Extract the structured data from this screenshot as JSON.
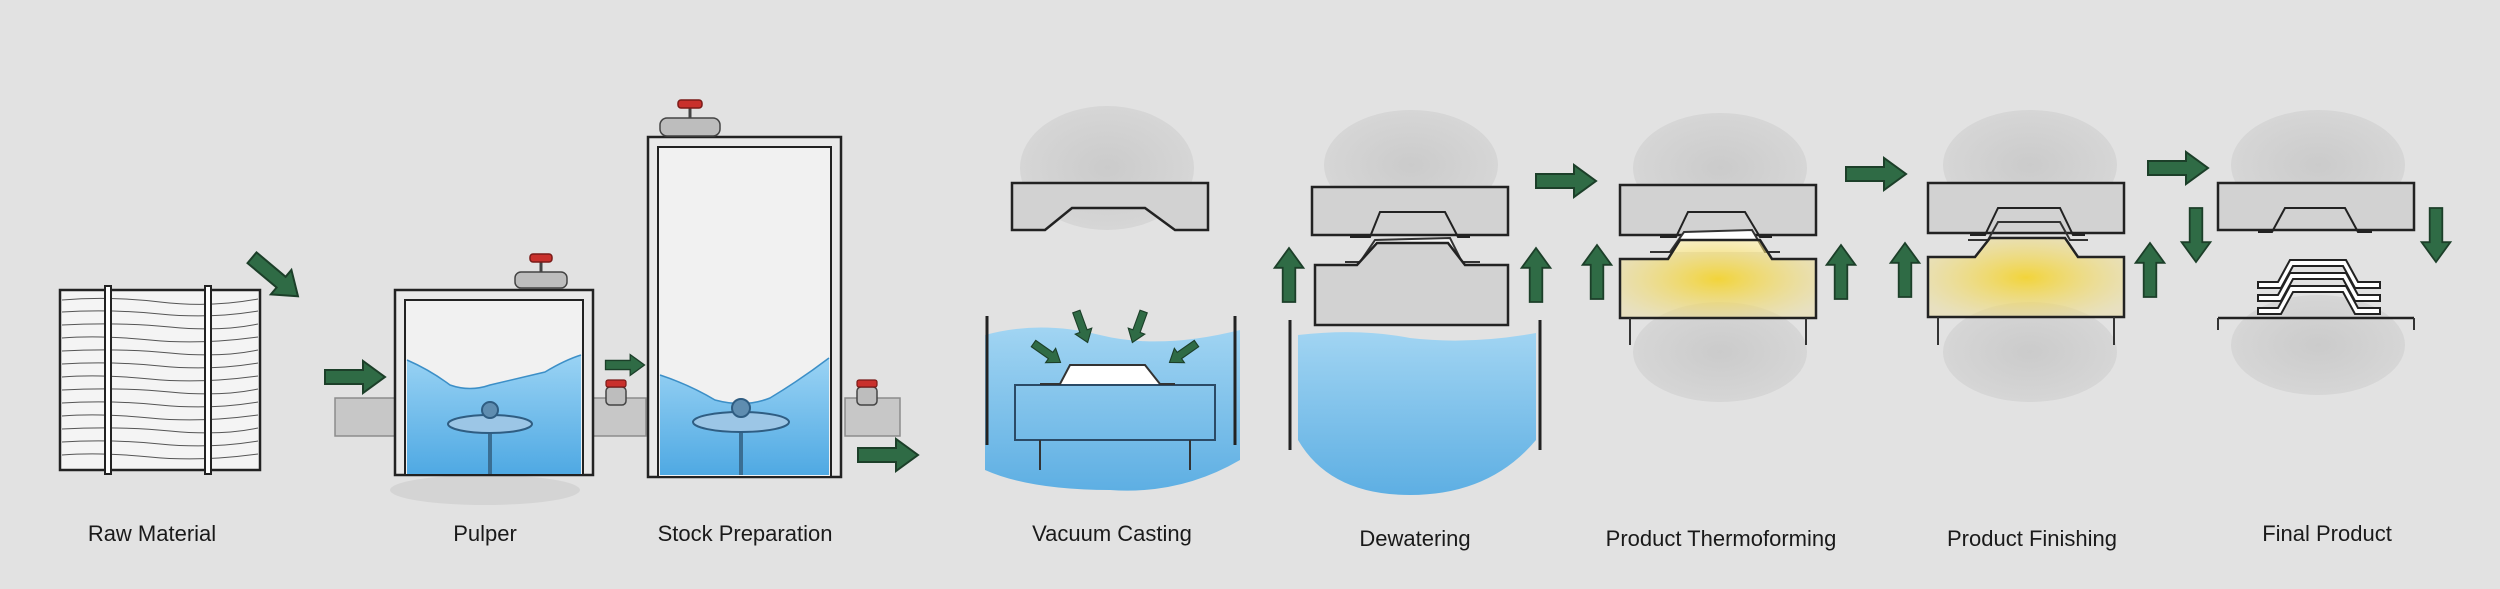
{
  "stages": [
    {
      "key": "raw-material",
      "label": "Raw Material"
    },
    {
      "key": "pulper",
      "label": "Pulper"
    },
    {
      "key": "stock-preparation",
      "label": "Stock Preparation"
    },
    {
      "key": "vacuum-casting",
      "label": "Vacuum Casting"
    },
    {
      "key": "dewatering",
      "label": "Dewatering"
    },
    {
      "key": "product-thermoforming",
      "label": "Product Thermoforming"
    },
    {
      "key": "product-finishing",
      "label": "Product Finishing"
    },
    {
      "key": "final-product",
      "label": "Final Product"
    }
  ],
  "colors": {
    "background": "#e2e2e2",
    "water": "#7cc3ee",
    "water_deep": "#4fa9e3",
    "arrow": "#2f6b45",
    "mold": "#cfcfcf",
    "heated_mold": "#f2d43a",
    "valve": "#c9302c",
    "outline": "#222222"
  }
}
